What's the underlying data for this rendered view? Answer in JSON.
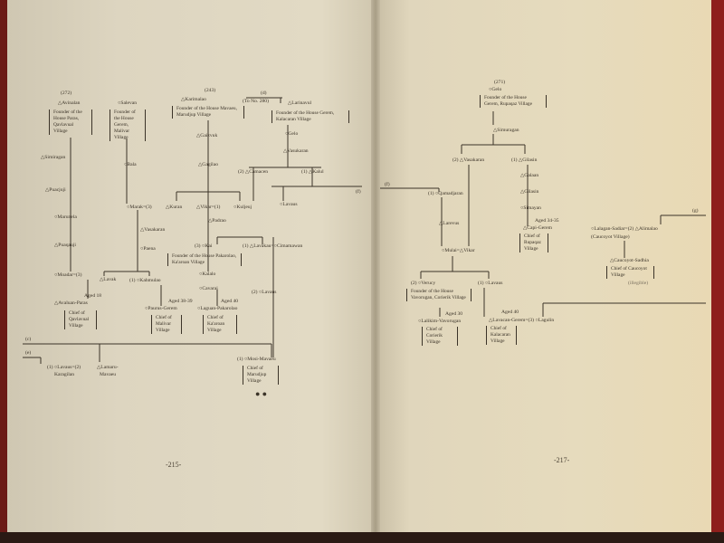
{
  "left_page": {
    "page_number": "-215-",
    "nodes": [
      "(272)",
      "△Avinalan",
      "○Salevan",
      "(243)",
      "△Karimalao",
      "(d)",
      "(To No. 280)",
      "△Larinavul",
      "△Simiragan",
      "○Bala",
      "△Gaizvuk",
      "○Gelo",
      "△Vasukaran",
      "△Gagilao",
      "(2) △Camacen",
      "(1) △Kalul",
      "△Puacjuji",
      "○Marunela",
      "(f)",
      "○Marak=(3)",
      "△Kuran",
      "△Vikar=(1)",
      "○Kuljeuj",
      "○Lavaus",
      "△Vasakaran",
      "△Padrao",
      "○Paena",
      "(3) ○Kai",
      "(1) △Lavakau=○Cimamawan",
      "△Puaqauji",
      "○Moadar=(3)",
      "△Lavak",
      "(1) ○Kahmulao",
      "○Kalalo",
      "○Cavarai",
      "(2) ○Lavaus",
      "Aged 18",
      "△Avaluan-Paras",
      "Aged 38-39",
      "○Paurus-Gerem",
      "Aged 40",
      "○Laguan-Pakarolao",
      "(c)",
      "(e)",
      "(1) ○Lavaus=(2)",
      "Karagilan",
      "△Lamaru-",
      "Mavaeu",
      "(1) ○Mosi-Mavaeu",
      "● ●"
    ],
    "boxes": [
      "Founder of the House Paras, Qavlavual Village",
      "Founder of the House Gerem, Malivar Village",
      "Founder of the House Mavaeu, Marudjup Village",
      "Founder of the House Gerem, Kalacaran Village",
      "Founder of the House Pakarolao, Ka'aroan Village",
      "Chief of Qavlavual Village",
      "Chief of Malivar Village",
      "Chief of Ka'aroan Village",
      "Chief of Marudjup Village"
    ]
  },
  "right_page": {
    "page_number": "-217-",
    "nodes": [
      "(271)",
      "○Gelo",
      "△Simuragan",
      "(2) △Vasakaran",
      "(1) △Gilasin",
      "△Galaan",
      "△Gilasin",
      "○Simayan",
      "Aged 34-35",
      "△Capi-Gerem",
      "(f)",
      "(1) ○Qamadjaran",
      "△Larevus",
      "○Mulai=△Vikar",
      "(g)",
      "○Lalagan-Sadiar=(2) △Alimalao",
      "(Caucoyot Village)",
      "△Caucoyot-Sadhia",
      "(illegible)",
      "(2) ○Verucy",
      "(1) ○Lavaus",
      "Aged 30",
      "○Lalikim-Vavorugan",
      "Aged 40",
      "△Lavacan-Gerem=(3) ○Lagulin"
    ],
    "boxes": [
      "Founder of the House Gerem, Rupaqaz Village",
      "Chief of Rupaqaz Village",
      "Chief of Caucoyot Village",
      "Founder of the House Vavorugan, Corierik Village",
      "Chief of Corierik Village",
      "Chief of Kalacaran Village"
    ]
  }
}
